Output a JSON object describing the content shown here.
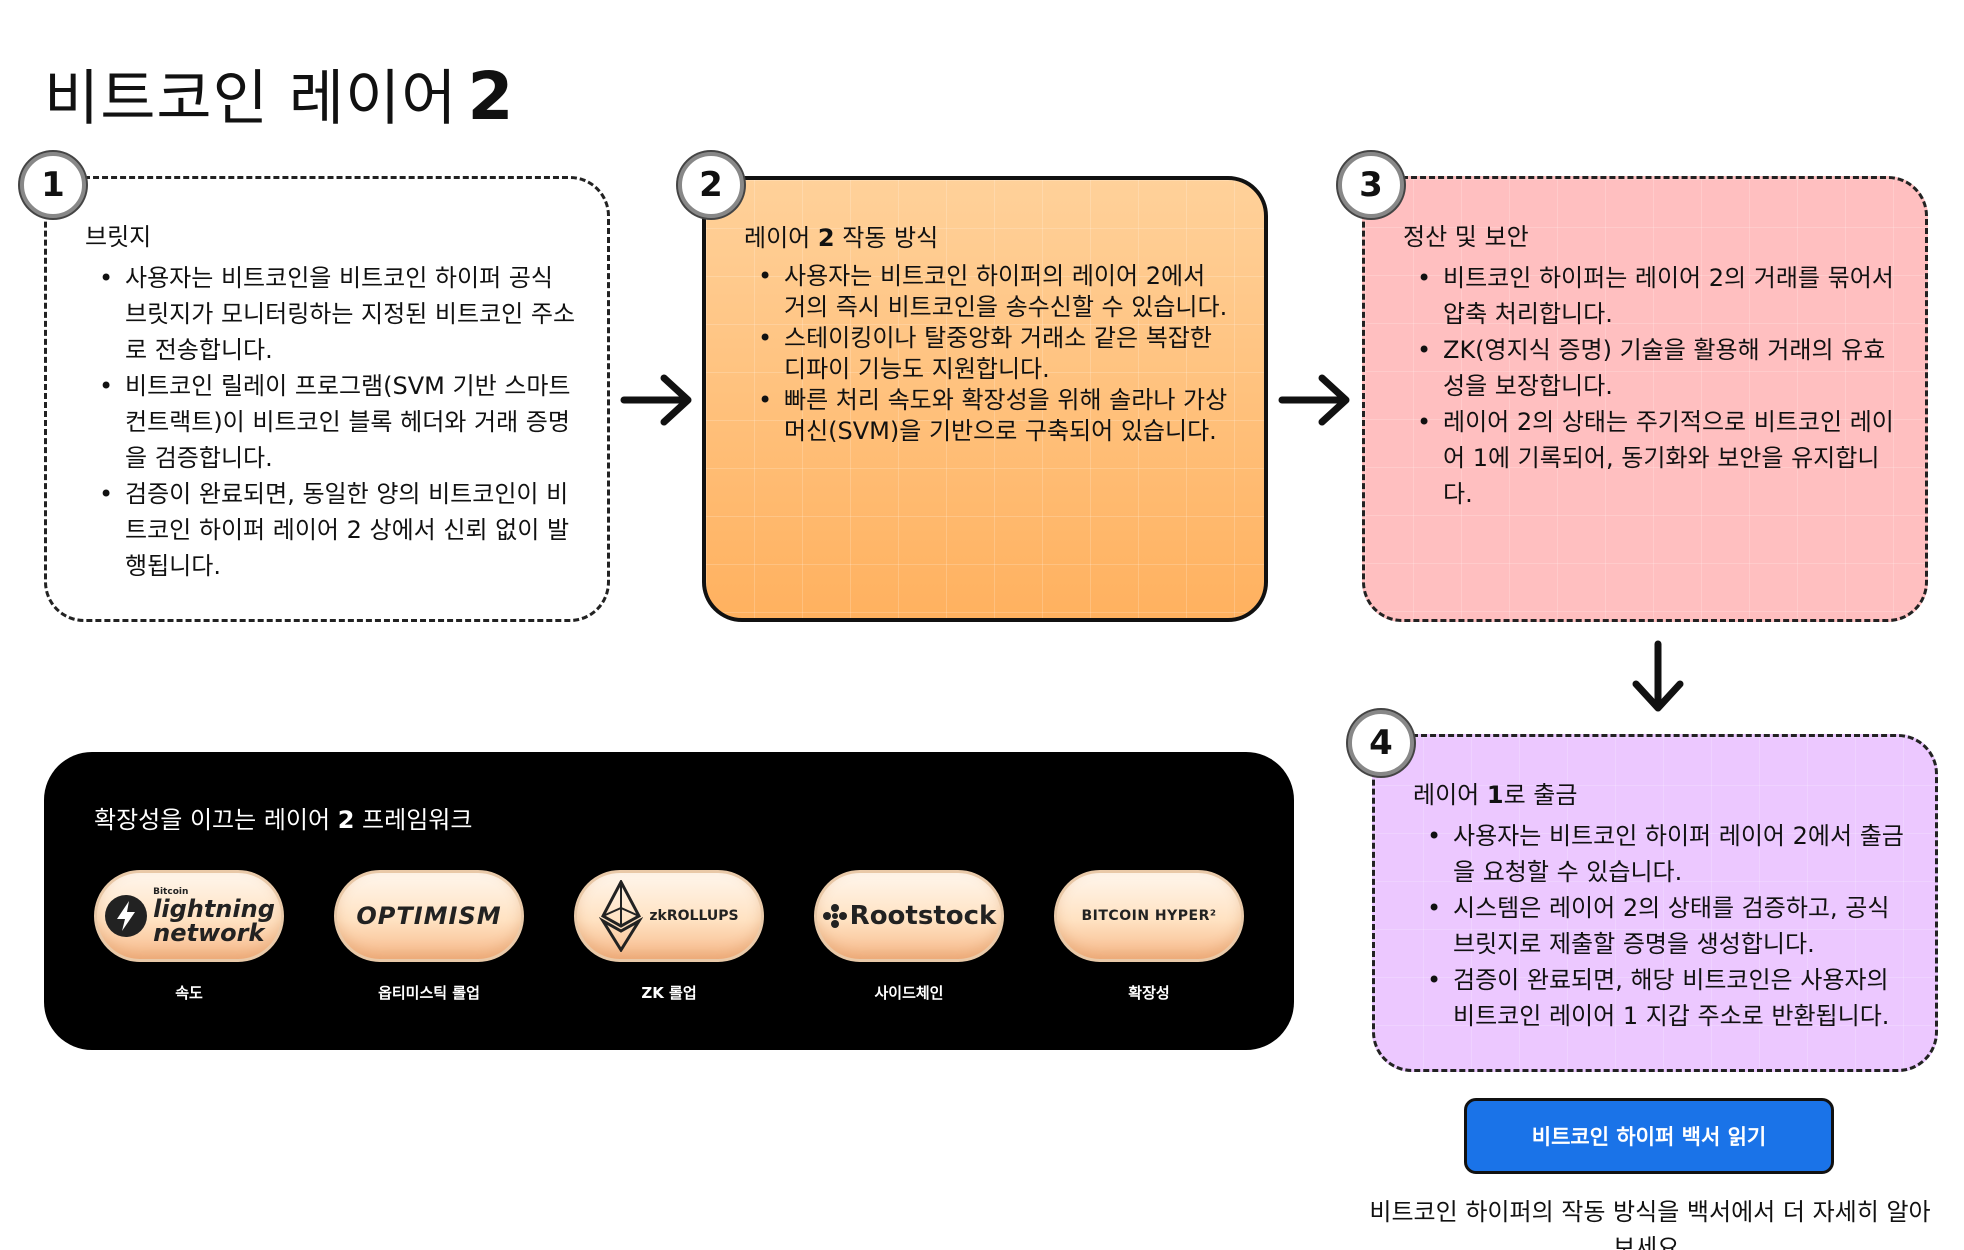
{
  "page": {
    "title": "비트코인 레이어",
    "title_num": "2"
  },
  "steps": [
    {
      "num": "1",
      "title": "브릿지",
      "title_num": "",
      "title_suffix": "",
      "bullets": [
        "사용자는 비트코인을 비트코인 하이퍼 공식 브릿지가 모니터링하는 지정된 비트코인 주소로 전송합니다.",
        "비트코인 릴레이 프로그램(SVM 기반 스마트 컨트랙트)이 비트코인 블록 헤더와 거래 증명을 검증합니다.",
        "검증이 완료되면, 동일한 양의 비트코인이 비트코인 하이퍼 레이어 2 상에서 신뢰 없이 발행됩니다."
      ]
    },
    {
      "num": "2",
      "title": "레이어",
      "title_num": "2",
      "title_suffix": "작동 방식",
      "bullets": [
        "사용자는 비트코인 하이퍼의 레이어 2에서 거의 즉시 비트코인을 송수신할 수 있습니다.",
        "스테이킹이나 탈중앙화 거래소 같은 복잡한 디파이 기능도 지원합니다.",
        "빠른 처리 속도와 확장성을 위해 솔라나 가상머신(SVM)을 기반으로 구축되어 있습니다."
      ]
    },
    {
      "num": "3",
      "title": "정산 및 보안",
      "title_num": "",
      "title_suffix": "",
      "bullets": [
        "비트코인 하이퍼는 레이어 2의 거래를 묶어서 압축 처리합니다.",
        "ZK(영지식 증명) 기술을 활용해 거래의 유효성을 보장합니다.",
        "레이어 2의 상태는 주기적으로 비트코인 레이어 1에 기록되어, 동기화와 보안을 유지합니다."
      ]
    },
    {
      "num": "4",
      "title": "레이어",
      "title_num": "1",
      "title_suffix": "로 출금",
      "bullets": [
        "사용자는 비트코인 하이퍼 레이어 2에서 출금을 요청할 수 있습니다.",
        "시스템은 레이어 2의 상태를 검증하고, 공식 브릿지로 제출할 증명을 생성합니다.",
        "검증이 완료되면, 해당 비트코인은 사용자의 비트코인 레이어 1 지갑 주소로 반환됩니다."
      ]
    }
  ],
  "frameworks": {
    "title": "확장성을 이끄는 레이어",
    "title_num": "2",
    "title_suffix": "프레임워크",
    "items": [
      {
        "logo_small": "Bitcoin",
        "logo_line1": "lightning",
        "logo_line2": "network",
        "caption": "속도",
        "icon": "lightning-icon"
      },
      {
        "logo": "OPTIMISM",
        "caption": "옵티미스틱 롤업",
        "icon": ""
      },
      {
        "logo": "zkROLLUPS",
        "caption": "ZK 롤업",
        "icon": "ethereum-icon"
      },
      {
        "logo": "Rootstock",
        "caption": "사이드체인",
        "icon": "rootstock-icon"
      },
      {
        "logo": "BITCOIN HYPER²",
        "caption": "확장성",
        "icon": ""
      }
    ]
  },
  "cta": {
    "label": "비트코인 하이퍼 백서 읽기",
    "note": "비트코인 하이퍼의 작동 방식을 백서에서 더 자세히 알아보세요."
  },
  "colors": {
    "card2_top": "#ffce93",
    "card2_bottom": "#ffb56b",
    "card3": "#ffbfc0",
    "card4": "#ecc8ff",
    "cta": "#1a73e8",
    "panel": "#000000"
  }
}
